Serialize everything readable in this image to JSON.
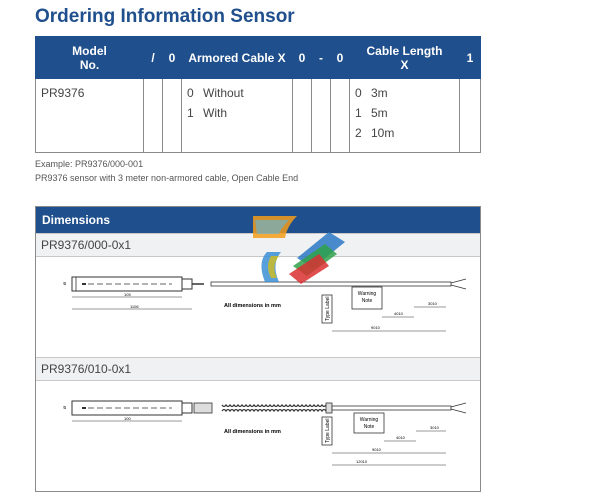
{
  "title": "Ordering Information Sensor",
  "order_table": {
    "headers": [
      "Model\nNo.",
      "/",
      "0",
      "Armored Cable X",
      "0",
      "-",
      "0",
      "Cable Length\nX",
      "1"
    ],
    "model": "PR9376",
    "armored_options": [
      {
        "code": "0",
        "label": "Without"
      },
      {
        "code": "1",
        "label": "With"
      }
    ],
    "length_options": [
      {
        "code": "0",
        "label": "3m"
      },
      {
        "code": "1",
        "label": "5m"
      },
      {
        "code": "2",
        "label": "10m"
      }
    ]
  },
  "example": {
    "line1": "Example: PR9376/000-001",
    "line2": "PR9376 sensor with 3 meter non-armored cable, Open Cable End"
  },
  "dimensions": {
    "header": "Dimensions",
    "drawings": [
      {
        "label": "PR9376/000-0x1",
        "note": "All dimensions in mm",
        "type_label": "Type Label",
        "warning": "Warning\nNote",
        "dims": [
          "Ø",
          "105",
          "1106",
          "4010",
          "3010",
          "9010"
        ]
      },
      {
        "label": "PR9376/010-0x1",
        "note": "All dimensions in mm",
        "type_label": "Type Label",
        "warning": "Warning\nNote",
        "dims": [
          "Ø",
          "100",
          "4010",
          "3010",
          "9010",
          "12010"
        ]
      }
    ]
  },
  "colors": {
    "brand": "#1f4f8c",
    "border": "#8a8a8a"
  }
}
